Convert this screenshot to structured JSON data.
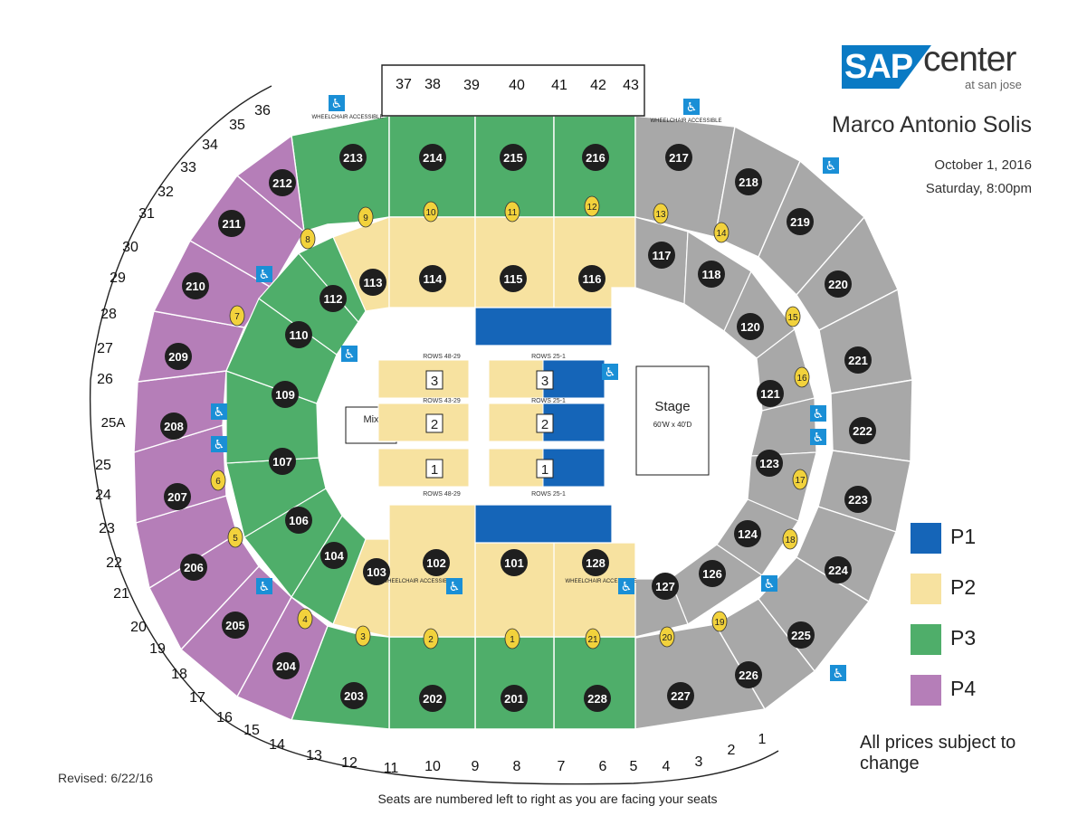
{
  "brand": {
    "sap": "SAP",
    "center": "center",
    "at": "at san jose",
    "color": "#0a7ac4"
  },
  "event": {
    "title": "Marco Antonio Solis",
    "date": "October 1, 2016",
    "time": "Saturday, 8:00pm"
  },
  "legend": [
    {
      "label": "P1",
      "color": "#1565b8"
    },
    {
      "label": "P2",
      "color": "#f7e2a0"
    },
    {
      "label": "P3",
      "color": "#4fae6a"
    },
    {
      "label": "P4",
      "color": "#b57eb8"
    }
  ],
  "colors": {
    "gray": "#a8a8a8",
    "outline": "#1a1a1a",
    "badge": "#1f1f1f",
    "portal": "#f2d23c",
    "wheelchair": "#1a8fd6"
  },
  "prices_note": "All prices subject to change",
  "revised": "Revised: 6/22/16",
  "seat_note": "Seats are numbered left to right as you are facing your seats",
  "stage": {
    "label": "Stage",
    "dims": "60'W x 40'D"
  },
  "mix": {
    "label": "Mix"
  },
  "wheelchair_text": "WHEELCHAIR ACCESSIBLE",
  "floor_rows": {
    "top": [
      "ROWS 48-29",
      "ROWS 25-1"
    ],
    "mid": [
      "ROWS 43-29",
      "ROWS 25-1"
    ],
    "bottom": [
      "ROWS 48-29",
      "ROWS 25-1"
    ]
  },
  "floor_sections": [
    "3",
    "2",
    "1",
    "3",
    "2",
    "1"
  ],
  "lower_sections": [
    "101",
    "102",
    "103",
    "104",
    "106",
    "107",
    "109",
    "110",
    "112",
    "113",
    "114",
    "115",
    "116",
    "117",
    "118",
    "120",
    "121",
    "123",
    "124",
    "126",
    "127",
    "128"
  ],
  "upper_sections": [
    "201",
    "202",
    "203",
    "204",
    "205",
    "206",
    "207",
    "208",
    "209",
    "210",
    "211",
    "212",
    "213",
    "214",
    "215",
    "216",
    "217",
    "218",
    "219",
    "220",
    "221",
    "222",
    "223",
    "224",
    "225",
    "226",
    "227",
    "228"
  ],
  "suites": [
    "1",
    "2",
    "3",
    "4",
    "5",
    "6",
    "7",
    "8",
    "9",
    "10",
    "11",
    "12",
    "13",
    "14",
    "15",
    "16",
    "17",
    "18",
    "19",
    "20",
    "21",
    "22",
    "23",
    "24",
    "25",
    "25A",
    "26",
    "27",
    "28",
    "29",
    "30",
    "31",
    "32",
    "33",
    "34",
    "35",
    "36",
    "37",
    "38",
    "39",
    "40",
    "41",
    "42",
    "43"
  ],
  "portals": [
    "1",
    "2",
    "3",
    "4",
    "5",
    "6",
    "7",
    "8",
    "9",
    "10",
    "11",
    "12",
    "13",
    "14",
    "15",
    "16",
    "17",
    "18",
    "19",
    "20",
    "21"
  ]
}
